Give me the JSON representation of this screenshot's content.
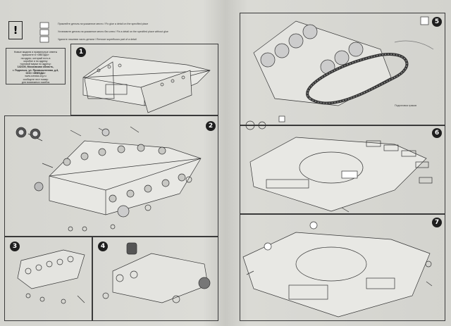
{
  "header": {
    "warn_symbol": "!",
    "line1": "Приклейте деталь на указанное место / Fix glue a detail on the specified place",
    "line2": "Установите деталь на указанное место без клея / Fix a detail on the specified place without glue",
    "line3": "Удалите лишнюю часть детали / Remove superfluous part of a detail"
  },
  "infobox": {
    "lines": [
      "Новые модели и правильные ответы",
      "пришлите в «ЗВЕЗДА»",
      "на адрес, который есть в",
      "коробке и по адресу",
      "торговой марки по адресу:",
      "",
      "142100, Московская область,",
      "г. Подольск, ул. Промышленная, д.8,",
      "ООО «ЗВЕЗДА»",
      "www.zvezda.org.ru",
      "",
      "сообщите этот номер",
      "для возможных ошибок"
    ]
  },
  "steps": [
    "1",
    "2",
    "3",
    "4",
    "5",
    "6",
    "7"
  ],
  "step5_note": "Подготовка траков"
}
